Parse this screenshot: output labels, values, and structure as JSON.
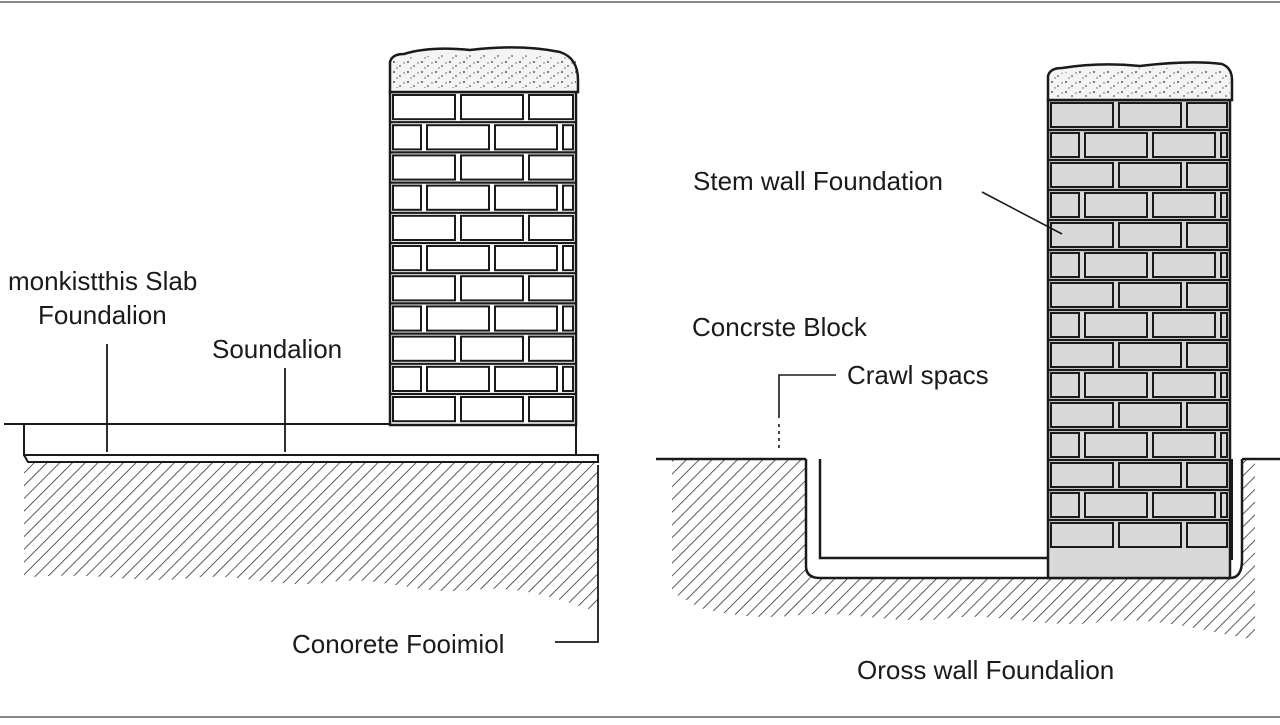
{
  "labels": {
    "monolithic_line1": "monkistthis Slab",
    "monolithic_line2": "Foundalion",
    "soundation": "Soundalion",
    "concrete_foundation": "Conorete Fooimiol",
    "stem_wall": "Stem wall Foundation",
    "concrete_block": "Concrste Block",
    "crawl_space": "Crawl spacs",
    "cross_wall": "Oross wall Foundalion"
  },
  "colors": {
    "line": "#1a1a1a",
    "block_fill": "#d9d9d9",
    "frame": "#8a8a8a",
    "background": "#ffffff"
  }
}
